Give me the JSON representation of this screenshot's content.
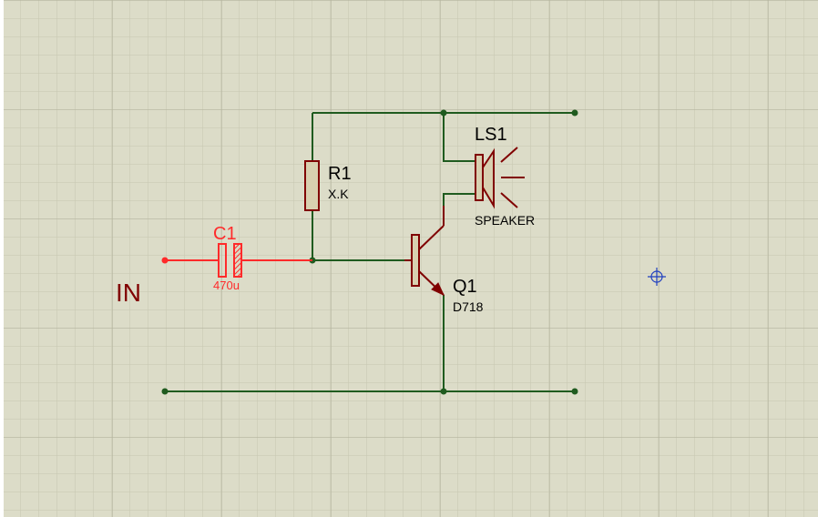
{
  "colors": {
    "background": "#dcdcc8",
    "grid_minor": "#c6c6b0",
    "grid_major": "#b4b49e",
    "wire": "#1f5b1f",
    "component": "#800000",
    "selected": "#ff2a2a",
    "body_fill": "#d8d0b0"
  },
  "input_label": "IN",
  "components": {
    "r1": {
      "ref": "R1",
      "value": "X.K"
    },
    "c1": {
      "ref": "C1",
      "value": "470u"
    },
    "ls1": {
      "ref": "LS1",
      "value": "SPEAKER"
    },
    "q1": {
      "ref": "Q1",
      "value": "D718"
    }
  },
  "cursor_icon": "crosshair-icon"
}
